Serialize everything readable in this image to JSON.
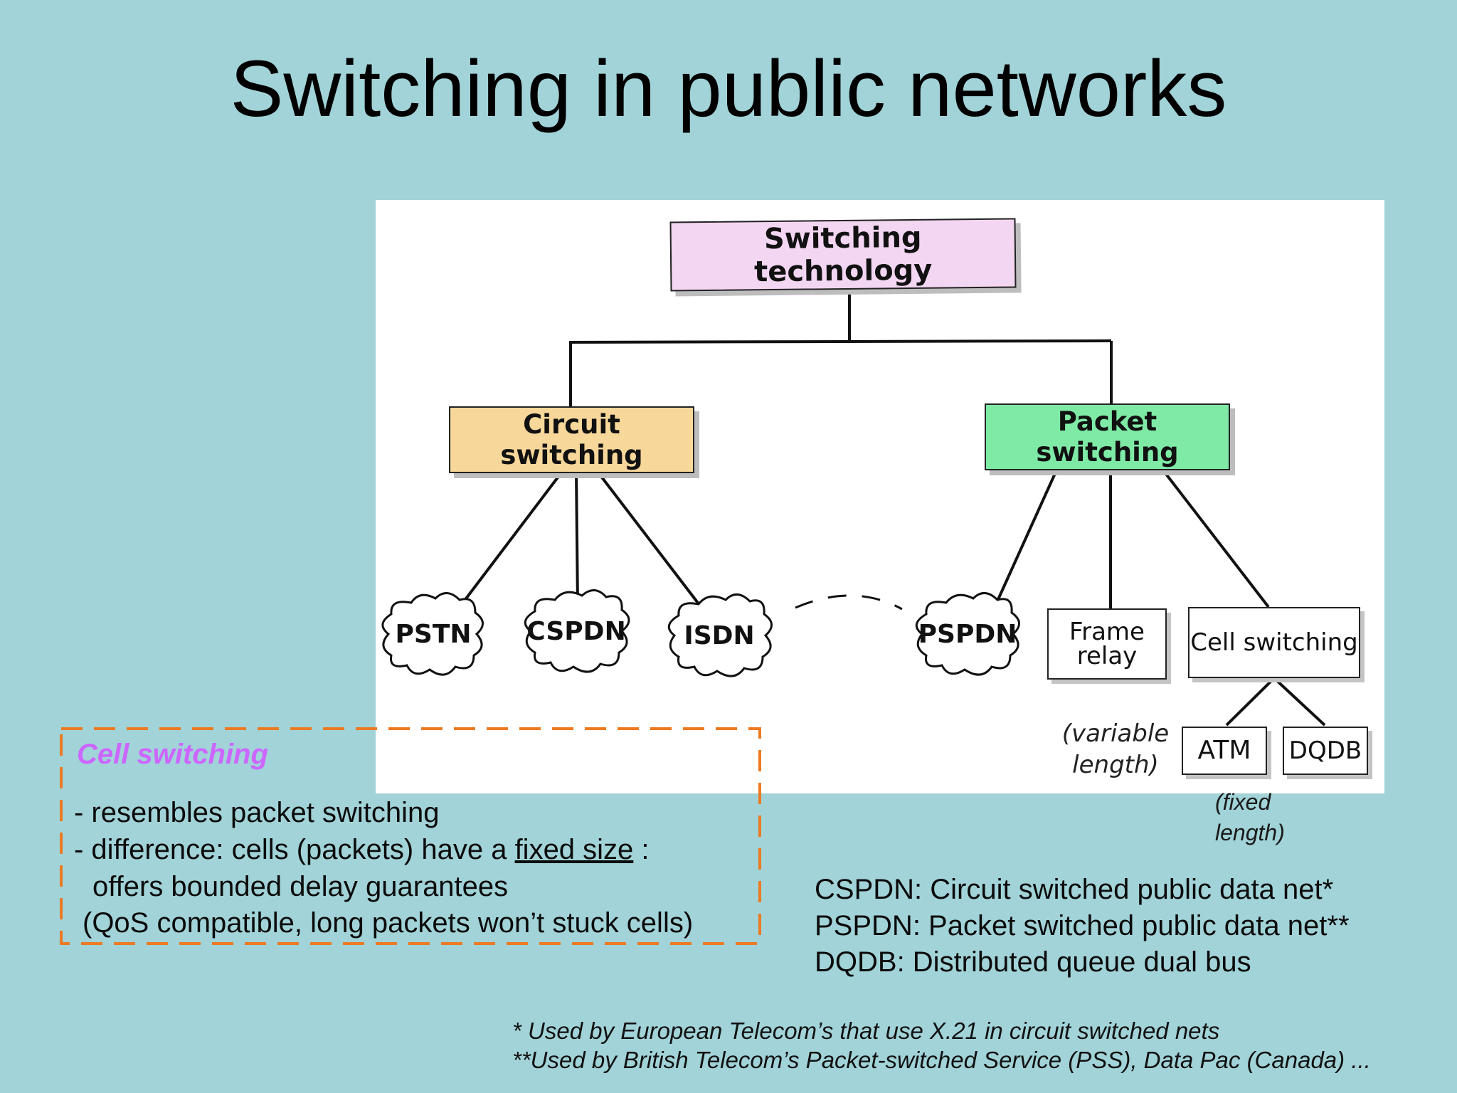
{
  "title": "Switching in public networks",
  "diagram": {
    "root": "Switching technology",
    "circuit": "Circuit switching",
    "packet": "Packet switching",
    "circuit_children": [
      "PSTN",
      "CSPDN",
      "ISDN"
    ],
    "pspdn": "PSPDN",
    "frame_relay": [
      "Frame",
      "relay"
    ],
    "cell_switching": "Cell switching",
    "cell_children": [
      "ATM",
      "DQDB"
    ],
    "variable_note": [
      "(variable",
      "length)"
    ],
    "fixed_note": [
      "(fixed",
      "length)"
    ],
    "colors": {
      "root": "#f3d6f2",
      "circuit": "#f7d79a",
      "packet": "#7eeaa6",
      "background": "#a1d3d8",
      "dash_box": "#ec7a22"
    }
  },
  "cell_box": {
    "title": "Cell switching",
    "line1": "- resembles packet switching",
    "line2_pre": "- difference: cells (packets) have a ",
    "line2_underlined": "fixed size",
    "line2_post": " :",
    "line3": "offers bounded delay guarantees",
    "line4": "(QoS compatible, long packets won’t stuck cells)"
  },
  "abbreviations": [
    "CSPDN: Circuit switched public data net*",
    "PSPDN: Packet switched public data net**",
    "DQDB: Distributed queue dual bus"
  ],
  "footnotes": [
    "* Used by European Telecom’s that use X.21 in circuit switched nets",
    "**Used by British Telecom’s Packet-switched Service (PSS), Data Pac (Canada) ..."
  ]
}
